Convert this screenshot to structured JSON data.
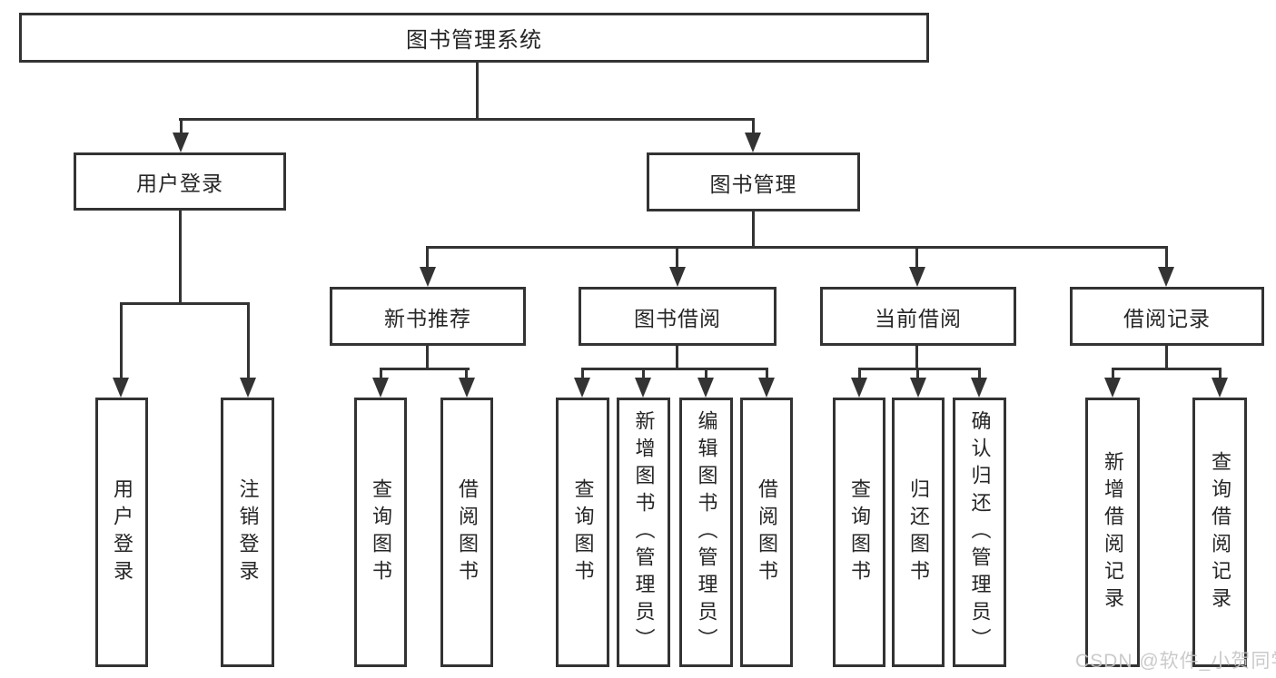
{
  "diagram": {
    "watermark": "CSDN @软件_小贺同学",
    "colors": {
      "line": "#333333",
      "text": "#262626",
      "watermark_text": "#c5c5c5",
      "background": "#ffffff"
    },
    "root": {
      "label": "图书管理系统",
      "children": [
        {
          "label": "用户登录",
          "children": [
            {
              "label": "用户登录"
            },
            {
              "label": "注销登录"
            }
          ]
        },
        {
          "label": "图书管理",
          "children": [
            {
              "label": "新书推荐",
              "children": [
                {
                  "label": "查询图书"
                },
                {
                  "label": "借阅图书"
                }
              ]
            },
            {
              "label": "图书借阅",
              "children": [
                {
                  "label": "查询图书"
                },
                {
                  "label": "新增图书（管理员）"
                },
                {
                  "label": "编辑图书（管理员）"
                },
                {
                  "label": "借阅图书"
                }
              ]
            },
            {
              "label": "当前借阅",
              "children": [
                {
                  "label": "查询图书"
                },
                {
                  "label": "归还图书"
                },
                {
                  "label": "确认归还（管理员）"
                }
              ]
            },
            {
              "label": "借阅记录",
              "children": [
                {
                  "label": "新增借阅记录"
                },
                {
                  "label": "查询借阅记录"
                }
              ]
            }
          ]
        }
      ]
    }
  }
}
